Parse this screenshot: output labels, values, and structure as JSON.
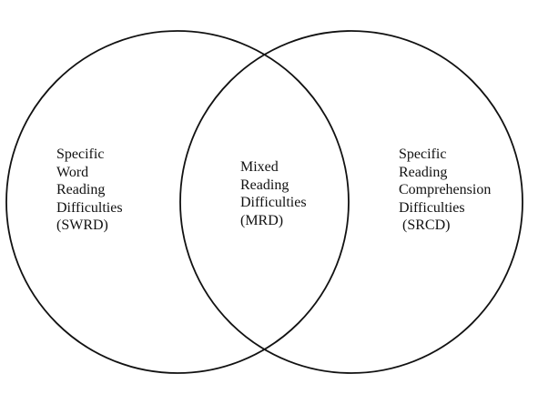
{
  "diagram": {
    "type": "venn",
    "sets": [
      {
        "id": "left",
        "lines": [
          "Specific",
          "Word",
          "Reading",
          "Difficulties",
          "(SWRD)"
        ]
      },
      {
        "id": "center",
        "lines": [
          "Mixed",
          "Reading",
          "Difficulties",
          "(MRD)"
        ]
      },
      {
        "id": "right",
        "lines": [
          "Specific",
          "Reading",
          "Comprehension",
          "Difficulties",
          "(SRCD)"
        ]
      }
    ],
    "stroke_color": "#111111",
    "background_color": "#ffffff"
  }
}
